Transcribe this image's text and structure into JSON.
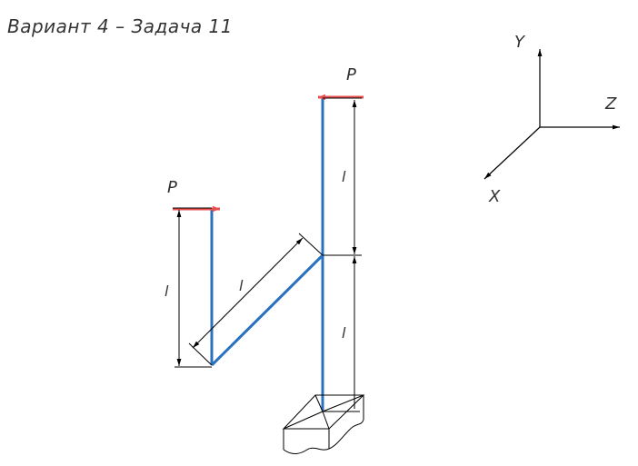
{
  "title": "Вариант 4 – Задача 11",
  "forces": [
    {
      "label": "P",
      "direction": "left"
    },
    {
      "label": "P",
      "direction": "right"
    }
  ],
  "dimensions": [
    "l",
    "l",
    "l",
    "l"
  ],
  "axes": {
    "x": "X",
    "y": "Y",
    "z": "Z"
  },
  "colors": {
    "frame": "#2a72c0",
    "force": "#e85050",
    "lines": "#000000"
  }
}
